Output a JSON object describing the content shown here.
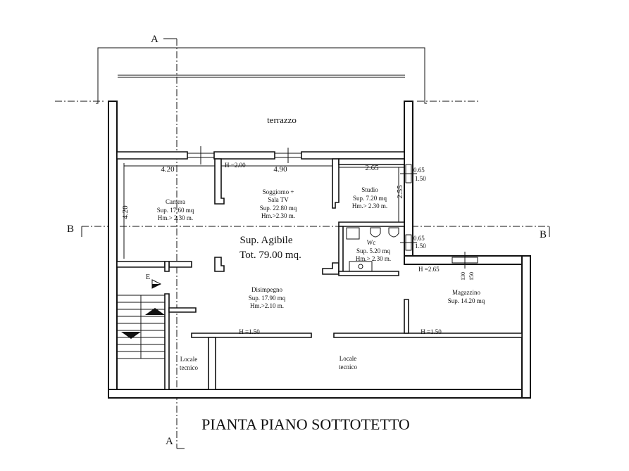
{
  "title": "PIANTA PIANO SOTTOTETTO",
  "section_marks": {
    "a_top": "A",
    "a_bottom": "A",
    "b_left": "B",
    "b_right": "B"
  },
  "total_area": {
    "line1": "Sup. Agibile",
    "line2": "Tot. 79.00 mq."
  },
  "rooms": {
    "terrazzo": {
      "name": "terrazzo"
    },
    "camera": {
      "name": "Camera",
      "sup": "Sup. 17.60 mq",
      "hm": "Hm.> 2.30 m."
    },
    "soggiorno": {
      "name1": "Soggiorno +",
      "name2": "Sala TV",
      "sup": "Sup. 22.80 mq",
      "hm": "Hm.>2.30 m."
    },
    "studio": {
      "name": "Studio",
      "sup": "Sup. 7.20 mq",
      "hm": "Hm.> 2.30 m."
    },
    "wc": {
      "name": "Wc",
      "sup": "Sup. 5.20 mq",
      "hm": "Hm.> 2.30 m."
    },
    "disimpegno": {
      "name": "Disimpegno",
      "sup": "Sup. 17.90 mq",
      "hm": "Hm.>2.10 m."
    },
    "magazzino": {
      "name": "Magazzino",
      "sup": "Sup. 14.20 mq"
    },
    "locale_tecnico_small": {
      "line1": "Locale",
      "line2": "tecnico"
    },
    "locale_tecnico_large": {
      "line1": "Locale",
      "line2": "tecnico"
    }
  },
  "dimensions": {
    "camera_width": "4.20",
    "camera_height": "4.20",
    "soggiorno_width": "4.90",
    "soggiorno_h": "H =2.00",
    "studio_width": "2.65",
    "studio_height": "2.55",
    "window1_w": "0.65",
    "window1_h": "1.50",
    "window2_w": "0.65",
    "window2_h": "1.50",
    "magazzino_h": "H =2.65",
    "skylight_w": "130",
    "skylight_h": "150",
    "corridor_h": "H =1.50",
    "magazzino_low_h": "H =1.50"
  },
  "entrance_mark": "E"
}
